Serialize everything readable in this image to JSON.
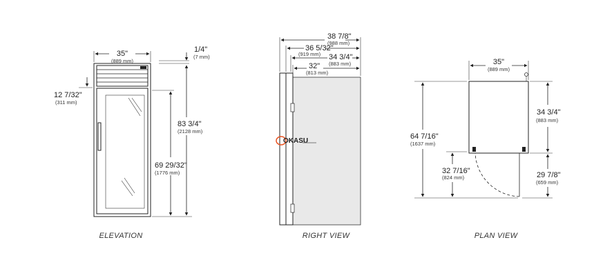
{
  "colors": {
    "ink": "#222222",
    "logo_accent": "#e94e1b",
    "background": "#ffffff"
  },
  "captions": {
    "elevation": "ELEVATION",
    "right_view": "RIGHT VIEW",
    "plan_view": "PLAN VIEW"
  },
  "elevation": {
    "width": {
      "inch": "35\"",
      "mm": "(889 mm)"
    },
    "top_gap": {
      "inch": "1/4\"",
      "mm": "(7 mm)"
    },
    "header": {
      "inch": "12 7/32\"",
      "mm": "(311 mm)"
    },
    "height": {
      "inch": "83 3/4\"",
      "mm": "(2128 mm)"
    },
    "door": {
      "inch": "69 29/32\"",
      "mm": "(1776 mm)"
    }
  },
  "right_view": {
    "overall": {
      "inch": "38 7/8\"",
      "mm": "(988 mm)"
    },
    "depth_a": {
      "inch": "36 5/32\"",
      "mm": "(919 mm)"
    },
    "depth_b": {
      "inch": "34 3/4\"",
      "mm": "(883 mm)"
    },
    "cabinet": {
      "inch": "32\"",
      "mm": "(813 mm)"
    }
  },
  "plan_view": {
    "width": {
      "inch": "35\"",
      "mm": "(889 mm)"
    },
    "total_depth": {
      "inch": "64 7/16\"",
      "mm": "(1637 mm)"
    },
    "body_depth": {
      "inch": "34 3/4\"",
      "mm": "(883 mm)"
    },
    "door_swing": {
      "inch": "32 7/16\"",
      "mm": "(824 mm)"
    },
    "door_right": {
      "inch": "29 7/8\"",
      "mm": "(659 mm)"
    }
  },
  "watermark": {
    "text": "OKASU"
  }
}
